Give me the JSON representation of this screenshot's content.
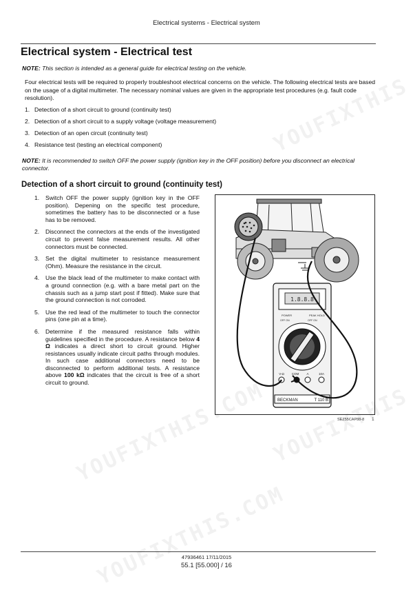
{
  "header": {
    "text": "Electrical systems - Electrical system"
  },
  "title": "Electrical system - Electrical test",
  "note1": {
    "label": "NOTE:",
    "text": " This section is intended as a general guide for electrical testing on the vehicle."
  },
  "intro": "Four electrical tests will be required to properly troubleshoot electrical concerns on the vehicle. The following electrical tests are based on the usage of a digital multimeter. The necessary nominal values are given in the appropriate test procedures (e.g. fault code resolution).",
  "tests": [
    {
      "num": "1.",
      "text": "Detection of a short circuit to ground (continuity test)"
    },
    {
      "num": "2.",
      "text": "Detection of a short circuit to a supply voltage (voltage measurement)"
    },
    {
      "num": "3.",
      "text": "Detection of an open circuit (continuity test)"
    },
    {
      "num": "4.",
      "text": "Resistance test (testing an electrical component)"
    }
  ],
  "note2": {
    "label": "NOTE:",
    "text": " It is recommended to switch OFF the power supply (ignition key in the OFF position) before you disconnect an electrical connector."
  },
  "section_title": "Detection of a short circuit to ground (continuity test)",
  "steps": [
    {
      "num": "1.",
      "text": "Switch OFF the power supply (ignition key in the OFF position). Depening on the specific test procedure, sometimes the battery has to be disconnected or a fuse has to be removed."
    },
    {
      "num": "2.",
      "text": "Disconnect the connectors at the ends of the investigated circuit to prevent false measurement results. All other connectors must be connected."
    },
    {
      "num": "3.",
      "text": "Set the digital multimeter to resistance measurement (Ohm). Measure the resistance in the circuit."
    },
    {
      "num": "4.",
      "text": "Use the black lead of the multimeter to make contact with a ground connection (e.g. with a bare metal part on the chassis such as a jump start post if fitted). Make sure that the ground connection is not corroded."
    },
    {
      "num": "5.",
      "text": "Use the red lead of the multimeter to touch the connector pins (one pin at a time)."
    },
    {
      "num": "6.",
      "text_a": "Determine if the measured resistance falls within guidelines specified in the procedure. A resistance below ",
      "bold_a": "4 Ω",
      "text_b": " indicates a direct short to circuit ground. Higher resistances usually indicate circuit paths through modules. In such case additional connectors need to be disconnected to perform additional tests. A resistance above ",
      "bold_b": "100 kΩ",
      "text_c": " indicates that the circuit is free of a short circuit to ground."
    }
  ],
  "figure": {
    "meter_brand": "BECKMAN",
    "meter_model": "T 110 B",
    "display_value": "1.8.8.8",
    "power_label": "POWER",
    "peak_label": "PEAK HOLD",
    "off_on": "OFF ON",
    "jack_labels": [
      "V-Ω",
      "COM",
      "A",
      "10A"
    ],
    "caption": "SEZ55CAP88-8",
    "number": "1"
  },
  "footer": {
    "doc": "47936461 17/11/2015",
    "page": "55.1 [55.000] / 16"
  },
  "watermark": "YOUFIXTHIS.COM",
  "watermark_short": "YOUFIXTHIS"
}
